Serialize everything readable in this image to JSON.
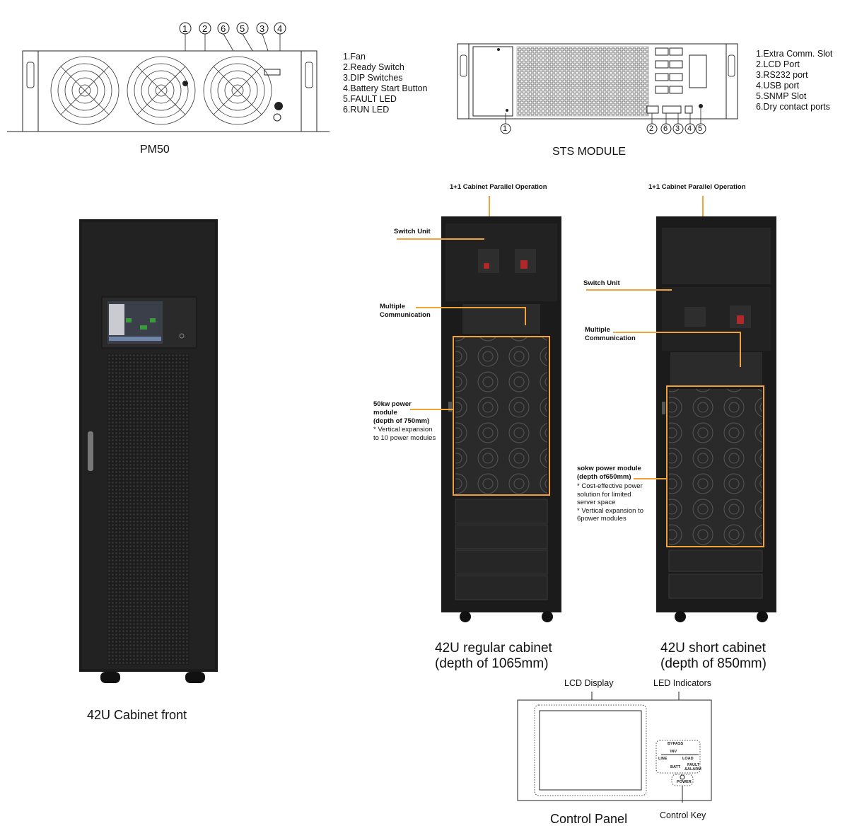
{
  "pm50": {
    "callouts": [
      "1",
      "2",
      "6",
      "5",
      "3",
      "4"
    ],
    "legend": [
      "1.Fan",
      "2.Ready Switch",
      "3.DIP Switches",
      "4.Battery Start Button",
      "5.FAULT LED",
      "6.RUN LED"
    ],
    "caption": "PM50"
  },
  "sts": {
    "callouts_bottom": [
      "1",
      "2",
      "6",
      "3",
      "4",
      "5"
    ],
    "legend": [
      "1.Extra Comm. Slot",
      "2.LCD Port",
      "3.RS232 port",
      "4.USB port",
      "5.SNMP Slot",
      "6.Dry contact ports"
    ],
    "caption": "STS MODULE"
  },
  "cabinet_front": {
    "caption": "42U Cabinet front"
  },
  "regular_cabinet": {
    "top_label": "1+1 Cabinet Parallel Operation",
    "switch_unit": "Switch Unit",
    "multiple_comm": [
      "Multiple",
      "Communication"
    ],
    "power_module": [
      "50kw power",
      "module",
      "(depth of 750mm)"
    ],
    "power_module_note": [
      "* Vertical expansion",
      "to 10 power modules"
    ],
    "caption": [
      "42U regular cabinet",
      "(depth of 1065mm)"
    ]
  },
  "short_cabinet": {
    "top_label": "1+1 Cabinet Parallel Operation",
    "switch_unit": "Switch Unit",
    "multiple_comm": [
      "Multiple",
      "Communication"
    ],
    "power_module": [
      "sokw power module",
      "(depth of650mm)"
    ],
    "power_module_note": [
      "* Cost-effective power",
      "solution for limited",
      "server space",
      "* Vertical expansion to",
      "6power modules"
    ],
    "caption": [
      "42U short cabinet",
      "(depth of 850mm)"
    ]
  },
  "control_panel": {
    "lcd_display": "LCD Display",
    "led_indicators": "LED Indicators",
    "control_key": "Control Key",
    "caption": "Control Panel",
    "leds": {
      "bypass": "BYPASS",
      "inv": "INV",
      "line": "LINE",
      "load": "LOAD",
      "batt": "BATT",
      "fault": "FAULT",
      "alarm": "&ALARM",
      "power": "POWER"
    }
  },
  "colors": {
    "accent": "#f2a23a",
    "cabinet": "#1b1b1b"
  }
}
